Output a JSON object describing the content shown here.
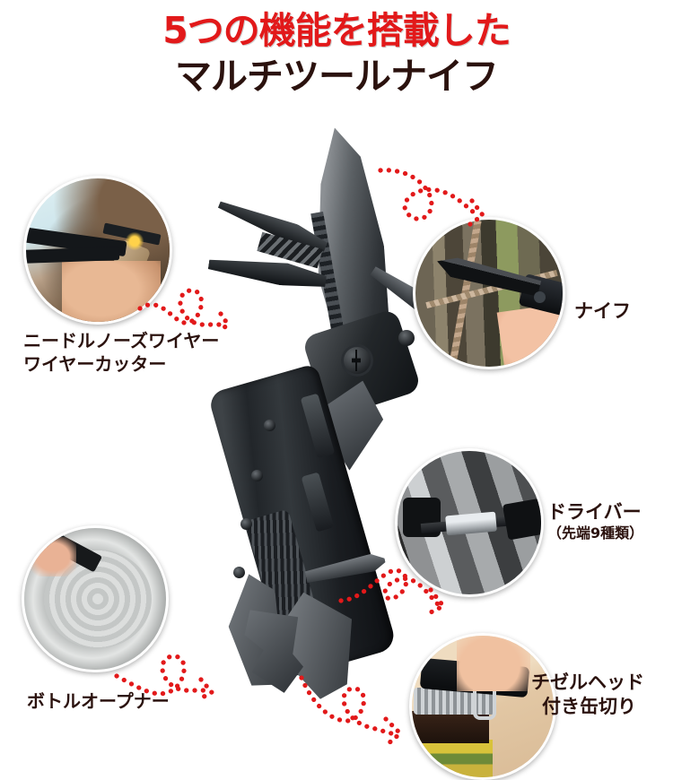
{
  "headline": {
    "line1": "5つの機能を搭載した",
    "line2": "マルチツールナイフ",
    "line1_color": "#e2191a",
    "line2_color": "#2b120e"
  },
  "accent_colors": {
    "red": "#e2191a",
    "dark": "#2b120e",
    "arrow_red": "#e2191a"
  },
  "features": [
    {
      "id": "pliers",
      "label_line1": "ニードルノーズワイヤー",
      "label_line2": "ワイヤーカッター",
      "photo_alt": "needle-nose-pliers-cutting-wire-photo"
    },
    {
      "id": "knife",
      "label_line1": "ナイフ",
      "label_line2": "",
      "photo_alt": "knife-cutting-rope-photo"
    },
    {
      "id": "driver",
      "label_line1": "ドライバー",
      "label_line2": "（先端9種類）",
      "photo_alt": "screwdriver-on-bicycle-photo"
    },
    {
      "id": "bottle-opener",
      "label_line1": "ボトルオープナー",
      "label_line2": "",
      "photo_alt": "can-opener-on-tin-can-photo"
    },
    {
      "id": "can-opener",
      "label_line1": "チゼルヘッド",
      "label_line2": "付き缶切り",
      "photo_alt": "bottle-opener-on-bottle-cap-photo"
    }
  ],
  "product": {
    "alt": "black-multitool-knife-open-product-photo"
  }
}
